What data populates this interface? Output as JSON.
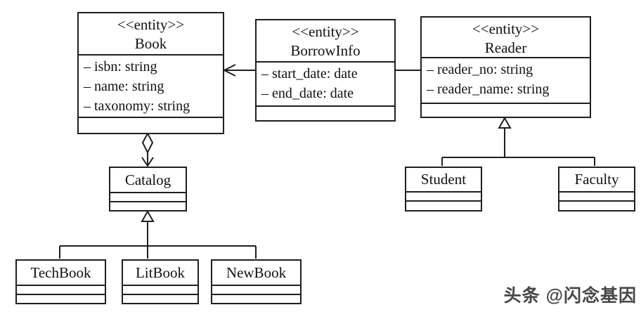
{
  "diagram": {
    "classes": [
      {
        "stereotype": "<<entity>>",
        "name": "Book",
        "attributes": [
          "– isbn: string",
          "– name: string",
          "– taxonomy: string"
        ]
      },
      {
        "stereotype": "<<entity>>",
        "name": "BorrowInfo",
        "attributes": [
          "– start_date: date",
          "– end_date: date"
        ]
      },
      {
        "stereotype": "<<entity>>",
        "name": "Reader",
        "attributes": [
          "– reader_no: string",
          "– reader_name: string"
        ]
      },
      {
        "name": "Catalog"
      },
      {
        "name": "TechBook"
      },
      {
        "name": "LitBook"
      },
      {
        "name": "NewBook"
      },
      {
        "name": "Student"
      },
      {
        "name": "Faculty"
      }
    ],
    "relationships": [
      {
        "type": "directed-association",
        "from": "BorrowInfo",
        "to": "Book"
      },
      {
        "type": "association",
        "from": "BorrowInfo",
        "to": "Reader"
      },
      {
        "type": "directed-aggregation",
        "from": "Book",
        "to": "Catalog"
      },
      {
        "type": "generalization",
        "parent": "Catalog",
        "children": [
          "TechBook",
          "LitBook",
          "NewBook"
        ]
      },
      {
        "type": "generalization",
        "parent": "Reader",
        "children": [
          "Student",
          "Faculty"
        ]
      }
    ]
  },
  "watermark": {
    "text": "头条 @闪念基因"
  },
  "colors": {
    "line": "#1f1f1f",
    "background": "#ffffff",
    "watermark": "#474747"
  }
}
